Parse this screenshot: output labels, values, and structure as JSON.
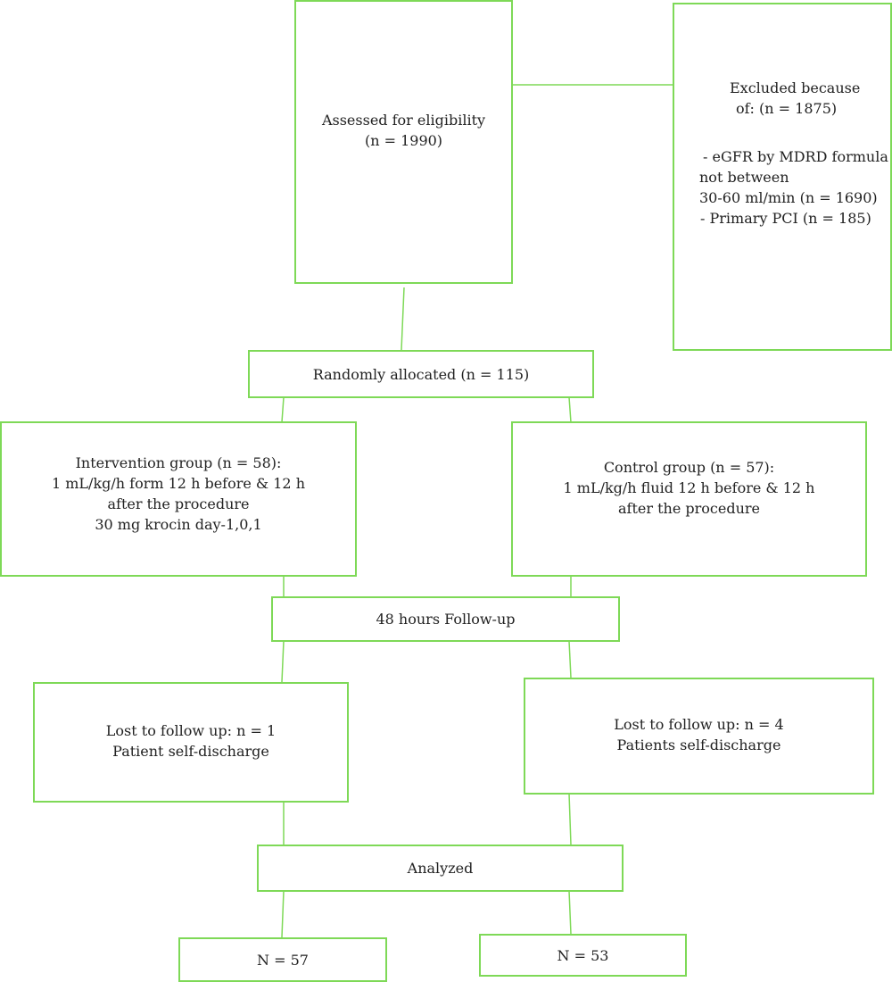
{
  "colors": {
    "border": "#7ed957",
    "text": "#222222",
    "background": "#ffffff"
  },
  "assessed": {
    "line1": "Assessed for eligibility",
    "line2": "(n = 1990)"
  },
  "excluded": {
    "title1": "Excluded because",
    "title2": "of: (n = 1875)",
    "item1_line1": "-  eGFR by MDRD formula",
    "item1_line2": "not between",
    "item1_line3": "30-60 ml/min (n = 1690)",
    "item2": "-  Primary PCI (n = 185)"
  },
  "randomized": {
    "label": "Randomly allocated (n = 115)"
  },
  "intervention": {
    "line1": "Intervention group (n = 58):",
    "line2": "1 mL/kg/h form 12 h before & 12 h",
    "line3": "after the procedure",
    "line4": "30 mg krocin day-1,0,1"
  },
  "control": {
    "line1": "Control group (n = 57):",
    "line2": "1 mL/kg/h fluid 12 h before & 12 h",
    "line3": "after the procedure"
  },
  "followup": {
    "label": "48 hours Follow-up"
  },
  "lost_left": {
    "line1": "Lost to follow up: n = 1",
    "line2": "Patient self-discharge"
  },
  "lost_right": {
    "line1": "Lost to follow up: n = 4",
    "line2": "Patients self-discharge"
  },
  "analyzed": {
    "label": "Analyzed"
  },
  "n_left": {
    "label": "N = 57"
  },
  "n_right": {
    "label": "N = 53"
  }
}
